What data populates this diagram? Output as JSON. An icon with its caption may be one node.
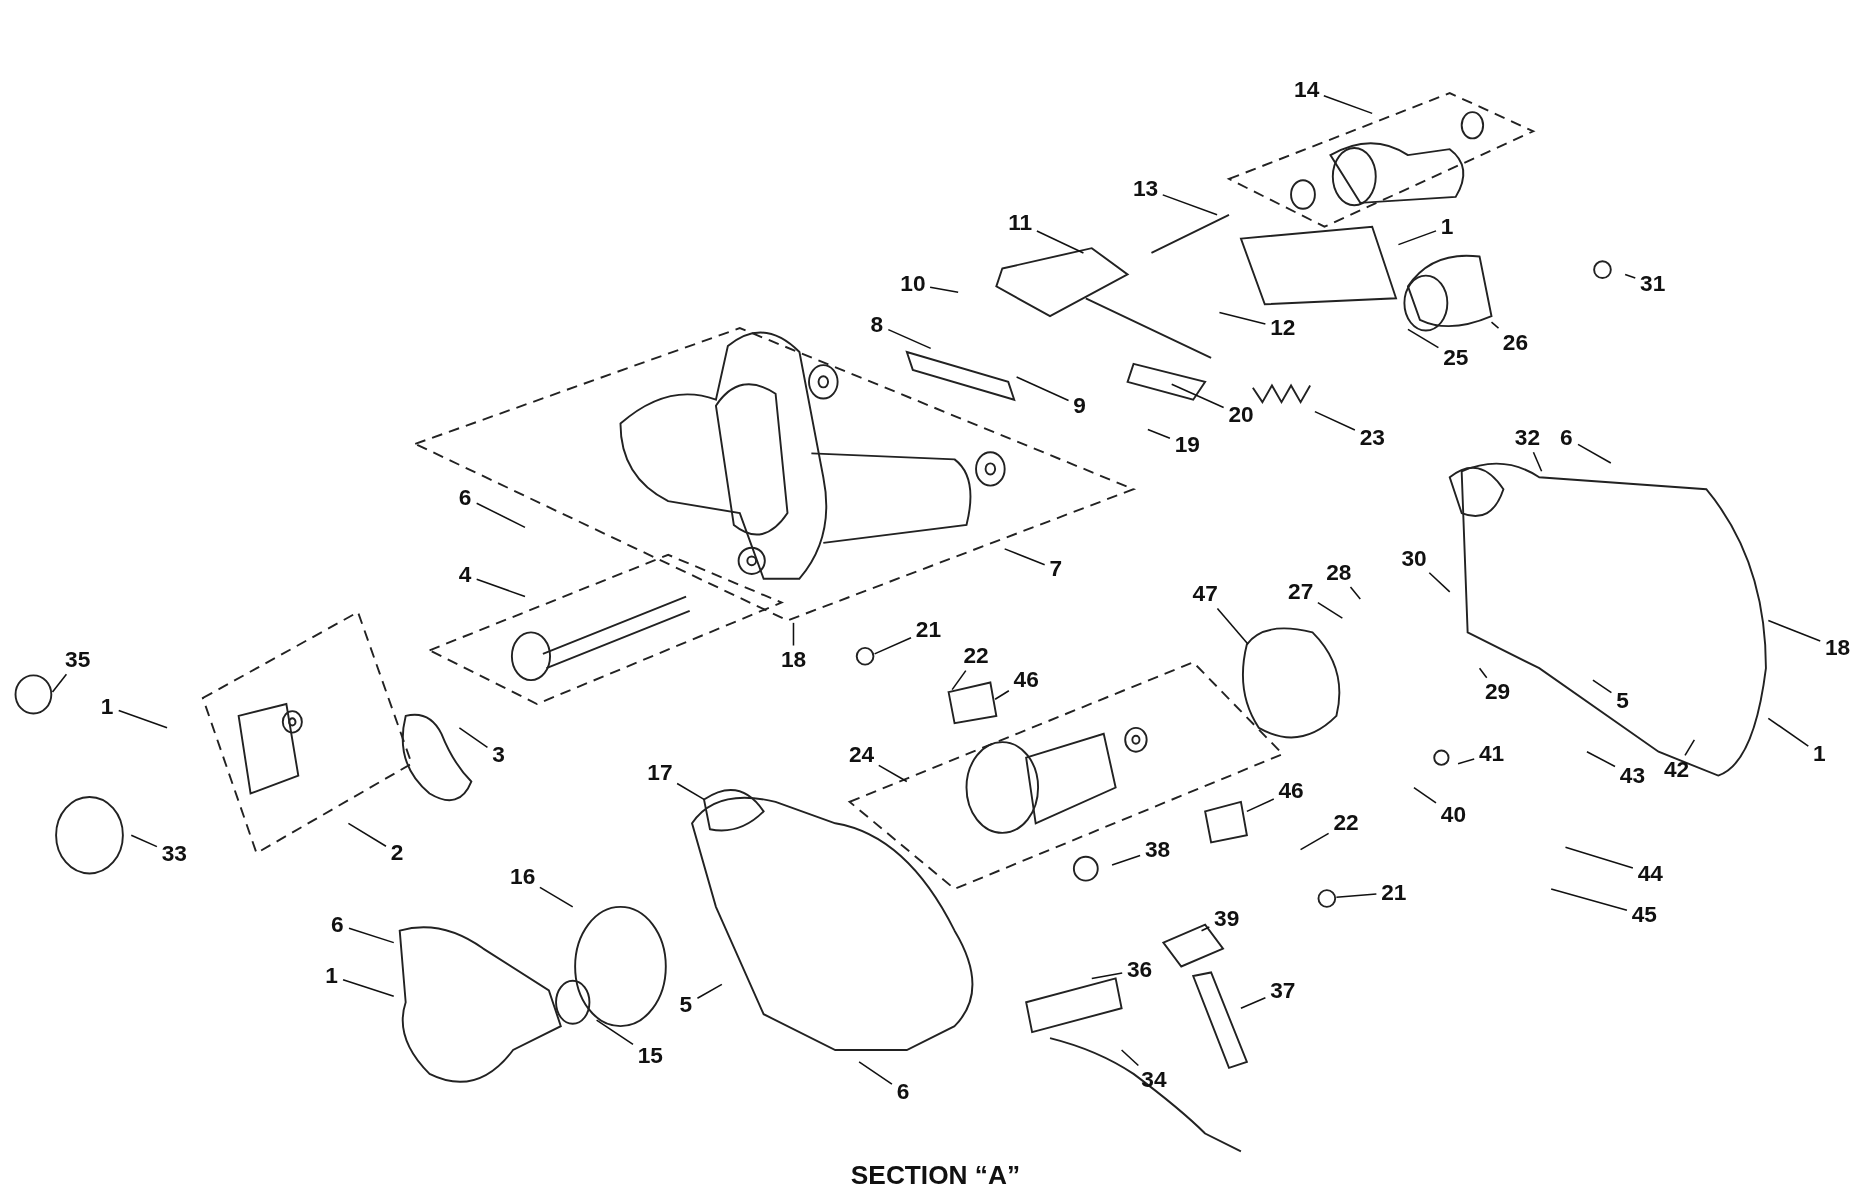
{
  "diagram": {
    "title": "SECTION “A”",
    "nodes": [
      {
        "text": [
          "14"
        ]
      },
      {
        "text": [
          "13"
        ]
      },
      {
        "text": [
          "1"
        ]
      },
      {
        "text": [
          "11"
        ]
      },
      {
        "text": [
          "10"
        ]
      },
      {
        "text": [
          "31"
        ]
      },
      {
        "text": [
          "12"
        ]
      },
      {
        "text": [
          "26"
        ]
      },
      {
        "text": [
          "25"
        ]
      },
      {
        "text": [
          "8"
        ]
      },
      {
        "text": [
          "9"
        ]
      },
      {
        "text": [
          "20"
        ]
      },
      {
        "text": [
          "23"
        ]
      },
      {
        "text": [
          "19"
        ]
      },
      {
        "text": [
          "32"
        ]
      },
      {
        "text": [
          "6"
        ]
      },
      {
        "text": [
          "6"
        ]
      },
      {
        "text": [
          "7"
        ]
      },
      {
        "text": [
          "4"
        ]
      },
      {
        "text": [
          "28"
        ]
      },
      {
        "text": [
          "30"
        ]
      },
      {
        "text": [
          "27"
        ]
      },
      {
        "text": [
          "47"
        ]
      },
      {
        "text": [
          "18"
        ]
      },
      {
        "text": [
          "35"
        ]
      },
      {
        "text": [
          "21"
        ]
      },
      {
        "text": [
          "22"
        ]
      },
      {
        "text": [
          "46"
        ]
      },
      {
        "text": [
          "29"
        ]
      },
      {
        "text": [
          "5"
        ]
      },
      {
        "text": [
          "18"
        ]
      },
      {
        "text": [
          "1"
        ]
      },
      {
        "text": [
          "3"
        ]
      },
      {
        "text": [
          "1"
        ]
      },
      {
        "text": [
          "43"
        ]
      },
      {
        "text": [
          "42"
        ]
      },
      {
        "text": [
          "41"
        ]
      },
      {
        "text": [
          "40"
        ]
      },
      {
        "text": [
          "24"
        ]
      },
      {
        "text": [
          "17"
        ]
      },
      {
        "text": [
          "33"
        ]
      },
      {
        "text": [
          "2"
        ]
      },
      {
        "text": [
          "46"
        ]
      },
      {
        "text": [
          "22"
        ]
      },
      {
        "text": [
          "21"
        ]
      },
      {
        "text": [
          "38"
        ]
      },
      {
        "text": [
          "16"
        ]
      },
      {
        "text": [
          "44"
        ]
      },
      {
        "text": [
          "39"
        ]
      },
      {
        "text": [
          "45"
        ]
      },
      {
        "text": [
          "6"
        ]
      },
      {
        "text": [
          "36"
        ]
      },
      {
        "text": [
          "5"
        ]
      },
      {
        "text": [
          "1"
        ]
      },
      {
        "text": [
          "37"
        ]
      },
      {
        "text": [
          "15"
        ]
      },
      {
        "text": [
          "34"
        ]
      },
      {
        "text": [
          "6"
        ]
      }
    ],
    "edges": [
      {
        "from": 0,
        "to": null,
        "arrow": "none"
      },
      {
        "from": 1,
        "to": null,
        "arrow": "none"
      },
      {
        "from": 2,
        "to": null,
        "arrow": "none"
      },
      {
        "from": 3,
        "to": null,
        "arrow": "none"
      },
      {
        "from": 4,
        "to": null,
        "arrow": "none"
      },
      {
        "from": 5,
        "to": null,
        "arrow": "none"
      },
      {
        "from": 6,
        "to": null,
        "arrow": "none"
      },
      {
        "from": 7,
        "to": null,
        "arrow": "none"
      },
      {
        "from": 8,
        "to": null,
        "arrow": "none"
      },
      {
        "from": 9,
        "to": null,
        "arrow": "none"
      },
      {
        "from": 10,
        "to": null,
        "arrow": "none"
      },
      {
        "from": 11,
        "to": null,
        "arrow": "none"
      },
      {
        "from": 12,
        "to": null,
        "arrow": "none"
      },
      {
        "from": 13,
        "to": null,
        "arrow": "none"
      },
      {
        "from": 14,
        "to": null,
        "arrow": "none"
      },
      {
        "from": 15,
        "to": null,
        "arrow": "none"
      },
      {
        "from": 16,
        "to": null,
        "arrow": "none"
      },
      {
        "from": 17,
        "to": null,
        "arrow": "none"
      },
      {
        "from": 18,
        "to": null,
        "arrow": "none"
      },
      {
        "from": 19,
        "to": null,
        "arrow": "none"
      },
      {
        "from": 20,
        "to": null,
        "arrow": "none"
      },
      {
        "from": 21,
        "to": null,
        "arrow": "none"
      },
      {
        "from": 22,
        "to": null,
        "arrow": "none"
      },
      {
        "from": 23,
        "to": null,
        "arrow": "none"
      },
      {
        "from": 24,
        "to": null,
        "arrow": "none"
      },
      {
        "from": 25,
        "to": null,
        "arrow": "none"
      },
      {
        "from": 26,
        "to": null,
        "arrow": "none"
      },
      {
        "from": 27,
        "to": null,
        "arrow": "none"
      },
      {
        "from": 28,
        "to": null,
        "arrow": "none"
      },
      {
        "from": 29,
        "to": null,
        "arrow": "none"
      },
      {
        "from": 30,
        "to": null,
        "arrow": "none"
      },
      {
        "from": 31,
        "to": null,
        "arrow": "none"
      },
      {
        "from": 32,
        "to": null,
        "arrow": "none"
      },
      {
        "from": 33,
        "to": null,
        "arrow": "none"
      },
      {
        "from": 34,
        "to": null,
        "arrow": "none"
      },
      {
        "from": 35,
        "to": null,
        "arrow": "none"
      },
      {
        "from": 36,
        "to": null,
        "arrow": "none"
      },
      {
        "from": 37,
        "to": null,
        "arrow": "none"
      },
      {
        "from": 38,
        "to": null,
        "arrow": "none"
      },
      {
        "from": 39,
        "to": null,
        "arrow": "none"
      },
      {
        "from": 40,
        "to": null,
        "arrow": "none"
      },
      {
        "from": 41,
        "to": null,
        "arrow": "none"
      },
      {
        "from": 42,
        "to": null,
        "arrow": "none"
      },
      {
        "from": 43,
        "to": null,
        "arrow": "none"
      },
      {
        "from": 44,
        "to": null,
        "arrow": "none"
      },
      {
        "from": 45,
        "to": null,
        "arrow": "none"
      },
      {
        "from": 46,
        "to": null,
        "arrow": "none"
      },
      {
        "from": 47,
        "to": null,
        "arrow": "none"
      },
      {
        "from": 48,
        "to": null,
        "arrow": "none"
      },
      {
        "from": 49,
        "to": null,
        "arrow": "none"
      },
      {
        "from": 50,
        "to": null,
        "arrow": "none"
      },
      {
        "from": 51,
        "to": null,
        "arrow": "none"
      },
      {
        "from": 52,
        "to": null,
        "arrow": "none"
      },
      {
        "from": 53,
        "to": null,
        "arrow": "none"
      },
      {
        "from": 54,
        "to": null,
        "arrow": "none"
      },
      {
        "from": 55,
        "to": null,
        "arrow": "none"
      },
      {
        "from": 56,
        "to": null,
        "arrow": "none"
      },
      {
        "from": 57,
        "to": null,
        "arrow": "none"
      }
    ]
  }
}
